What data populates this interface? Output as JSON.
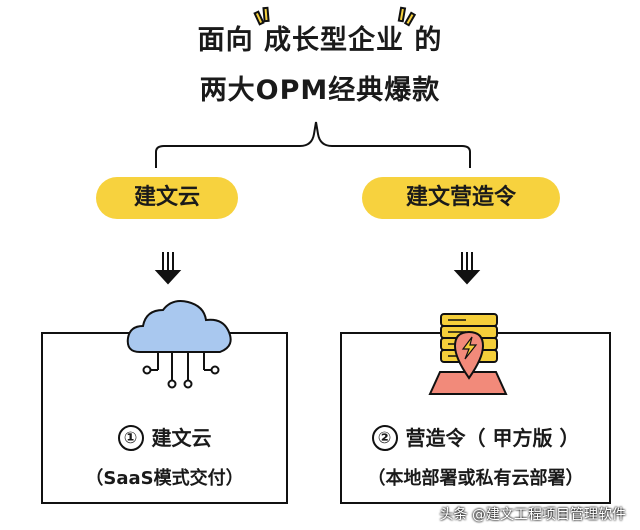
{
  "title": {
    "line1": "面向 成长型企业 的",
    "line2": "两大OPM经典爆款"
  },
  "products": [
    {
      "pill_label": "建文云",
      "number": "①",
      "card_title": "建文云",
      "card_subtitle": "（SaaS模式交付）",
      "icon": "cloud-network-icon"
    },
    {
      "pill_label": "建文营造令",
      "number": "②",
      "card_title": "营造令（ 甲方版 ）",
      "card_subtitle": "（本地部署或私有云部署）",
      "icon": "server-lightning-icon"
    }
  ],
  "watermark": "头条 @建文工程项目管理软件",
  "colors": {
    "accent_yellow": "#f7d23e",
    "cloud_blue": "#a9c8ef",
    "server_yellow": "#f5cf3a",
    "pin_red": "#f28a7a"
  }
}
